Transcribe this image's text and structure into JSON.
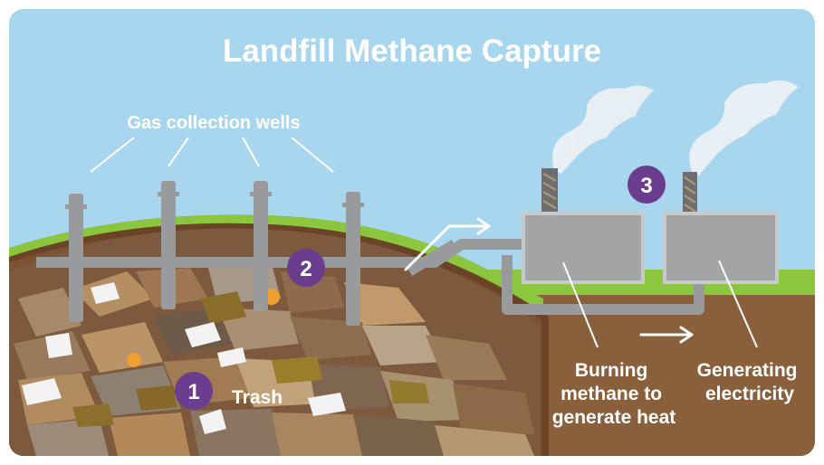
{
  "title": "Landfill Methane Capture",
  "labels": {
    "wells": "Gas collection wells",
    "trash": "Trash",
    "burning": [
      "Burning",
      "methane to",
      "generate heat"
    ],
    "electricity": [
      "Generating",
      "electricity"
    ]
  },
  "steps": [
    "1",
    "2",
    "3"
  ],
  "colors": {
    "sky": "#a9d6ef",
    "grass": "#8cc63f",
    "soil": "#8a5f3c",
    "soil_edge": "#6b4428",
    "pipe": "#999a9c",
    "badge": "#6a3d8f",
    "building": "#a3a4a6"
  }
}
